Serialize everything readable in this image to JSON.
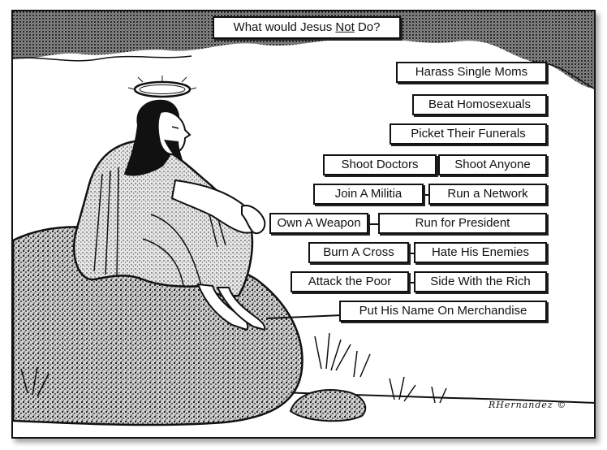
{
  "title": {
    "prefix": "What would Jesus ",
    "emphasis": "Not",
    "suffix": " Do?"
  },
  "labels": [
    "Harass Single Moms",
    "Beat Homosexuals",
    "Picket Their Funerals",
    "Shoot Doctors",
    "Shoot Anyone",
    "Join A Militia",
    "Run a Network",
    "Own A Weapon",
    "Run for President",
    "Burn A Cross",
    "Hate His Enemies",
    "Attack the Poor",
    "Side With the Rich",
    "Put His Name On Merchandise"
  ],
  "signature": "RHernandez ©"
}
